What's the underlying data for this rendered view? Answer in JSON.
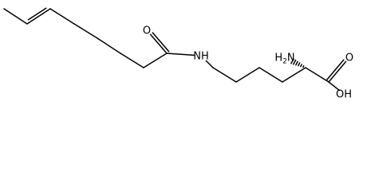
{
  "molecule": {
    "atoms": [
      {
        "id": "c1",
        "element": "C",
        "label": ""
      },
      {
        "id": "c2",
        "element": "C",
        "label": ""
      },
      {
        "id": "c3",
        "element": "C",
        "label": ""
      },
      {
        "id": "c4",
        "element": "C",
        "label": ""
      },
      {
        "id": "c5",
        "element": "C",
        "label": ""
      },
      {
        "id": "c6",
        "element": "C",
        "label": ""
      },
      {
        "id": "c7",
        "element": "C",
        "label": ""
      },
      {
        "id": "c8",
        "element": "C",
        "label": ""
      },
      {
        "id": "o_amide",
        "element": "O",
        "label": "O"
      },
      {
        "id": "n_amide",
        "element": "N",
        "label": "NH"
      },
      {
        "id": "l1",
        "element": "C",
        "label": ""
      },
      {
        "id": "l2",
        "element": "C",
        "label": ""
      },
      {
        "id": "l3",
        "element": "C",
        "label": ""
      },
      {
        "id": "l4",
        "element": "C",
        "label": ""
      },
      {
        "id": "c_alpha",
        "element": "C",
        "label": ""
      },
      {
        "id": "n_amino",
        "element": "N",
        "label": "H2N"
      },
      {
        "id": "c_acid",
        "element": "C",
        "label": ""
      },
      {
        "id": "o_acid",
        "element": "O",
        "label": "O"
      },
      {
        "id": "oh_acid",
        "element": "O",
        "label": "OH"
      }
    ],
    "bonds": [
      {
        "from": "c1",
        "to": "c2",
        "order": 1
      },
      {
        "from": "c2",
        "to": "c3",
        "order": 2
      },
      {
        "from": "c3",
        "to": "c4",
        "order": 1
      },
      {
        "from": "c4",
        "to": "c5",
        "order": 1
      },
      {
        "from": "c5",
        "to": "c6",
        "order": 1
      },
      {
        "from": "c6",
        "to": "c7",
        "order": 1
      },
      {
        "from": "c7",
        "to": "c8",
        "order": 1
      },
      {
        "from": "c8",
        "to": "o_amide",
        "order": 2
      },
      {
        "from": "c8",
        "to": "n_amide",
        "order": 1
      },
      {
        "from": "n_amide",
        "to": "l1",
        "order": 1
      },
      {
        "from": "l1",
        "to": "l2",
        "order": 1
      },
      {
        "from": "l2",
        "to": "l3",
        "order": 1
      },
      {
        "from": "l3",
        "to": "l4",
        "order": 1
      },
      {
        "from": "l4",
        "to": "c_alpha",
        "order": 1
      },
      {
        "from": "c_alpha",
        "to": "n_amino",
        "order": 1,
        "stereo": "hash"
      },
      {
        "from": "c_alpha",
        "to": "c_acid",
        "order": 1
      },
      {
        "from": "c_acid",
        "to": "o_acid",
        "order": 2
      },
      {
        "from": "c_acid",
        "to": "oh_acid",
        "order": 1
      }
    ]
  }
}
